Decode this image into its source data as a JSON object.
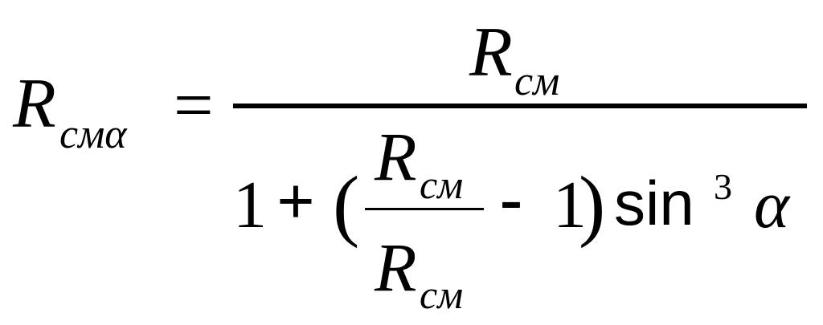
{
  "formula": {
    "lhs": {
      "symbol": "R",
      "subscript": "смα"
    },
    "equals": "=",
    "numerator": {
      "symbol": "R",
      "subscript": "см"
    },
    "denominator": {
      "one": "1",
      "plus": "+",
      "open_paren": "(",
      "inner_fraction": {
        "numerator_symbol": "R",
        "numerator_subscript": "см",
        "denominator_symbol": "R",
        "denominator_subscript": "см"
      },
      "minus": "-",
      "one_after_minus": "1",
      "close_paren": ")",
      "function": "sin",
      "exponent": "3",
      "variable": "α"
    }
  }
}
